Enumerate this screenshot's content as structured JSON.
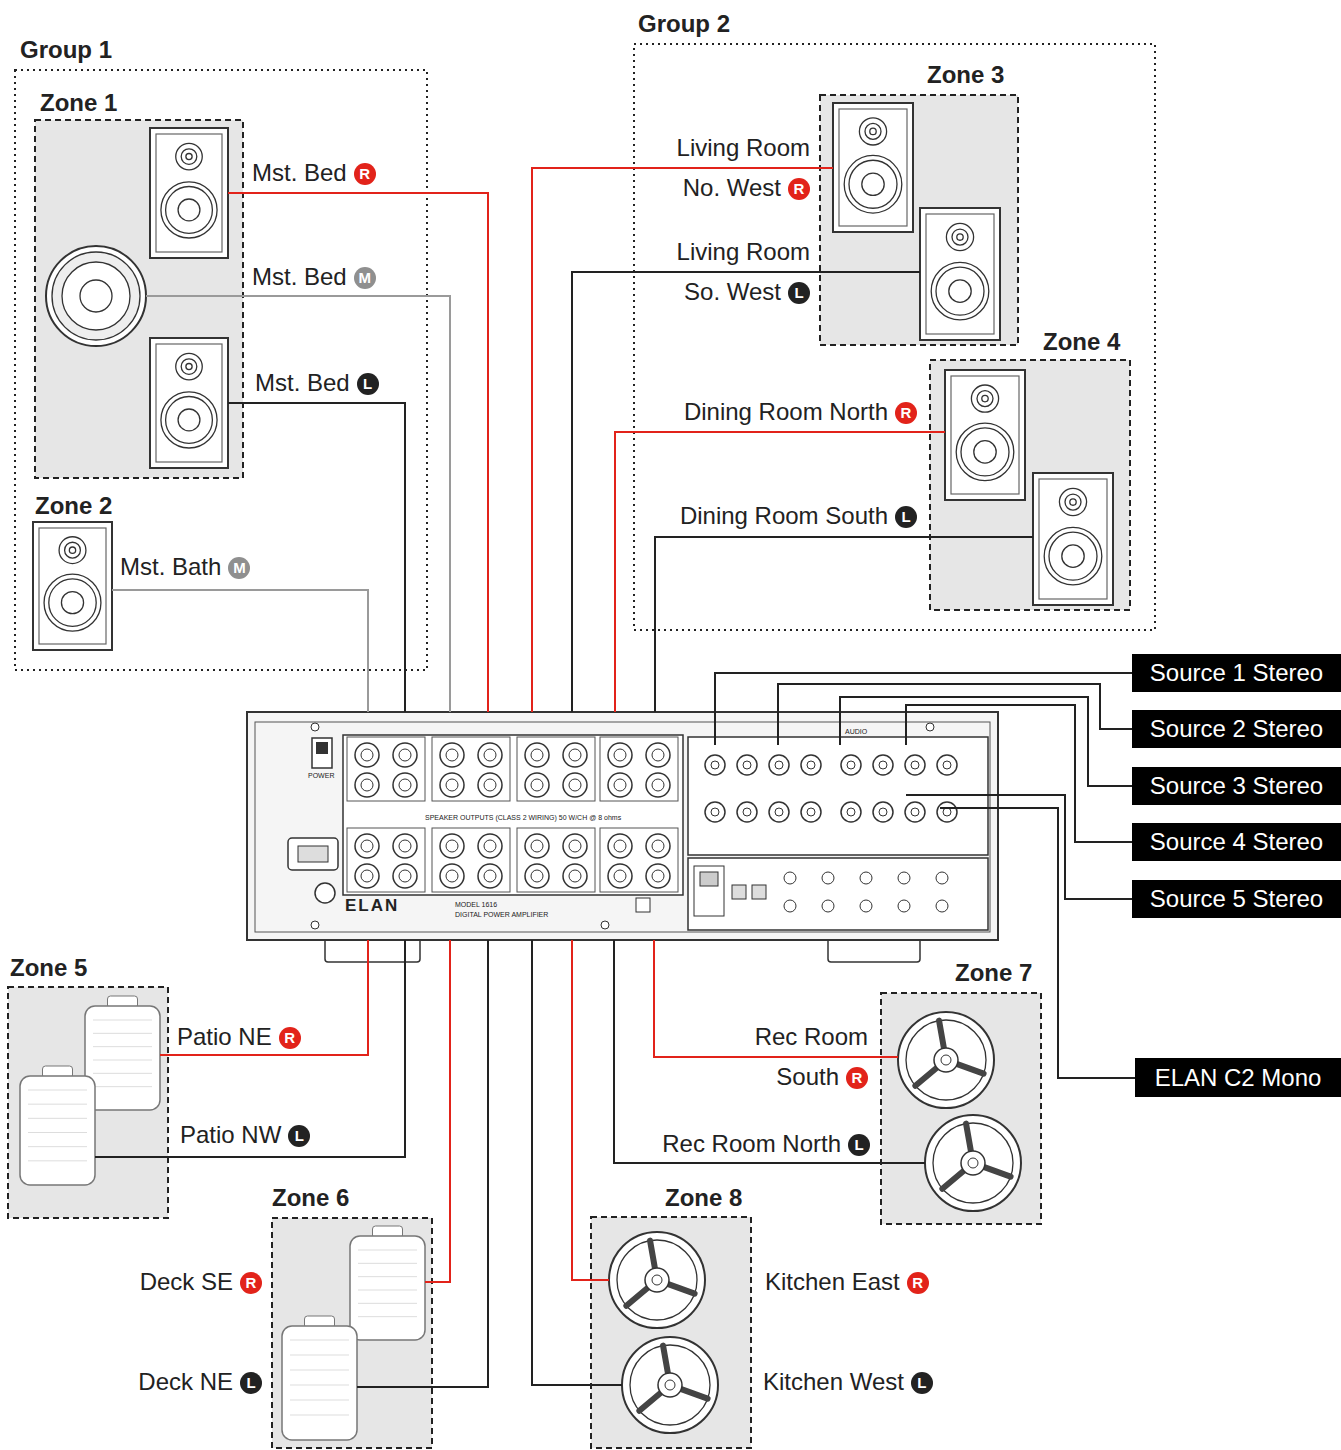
{
  "diagram": {
    "nodes": [
      {
        "text": [
          "Group 1"
        ]
      },
      {
        "text": [
          "Zone 1"
        ],
        "in": 0
      },
      {
        "text": [
          "Mst. Bed",
          "R"
        ],
        "in": 1
      },
      {
        "text": [
          "Mst. Bed",
          "M"
        ],
        "in": 1
      },
      {
        "text": [
          "Mst. Bed",
          "L"
        ],
        "in": 1
      },
      {
        "text": [
          "Zone 2"
        ],
        "in": 0
      },
      {
        "text": [
          "Mst. Bath",
          "M"
        ],
        "in": 5
      },
      {
        "text": [
          "Group 2"
        ]
      },
      {
        "text": [
          "Zone 3"
        ],
        "in": 7
      },
      {
        "text": [
          "Living Room No. West",
          "R"
        ],
        "in": 8
      },
      {
        "text": [
          "Living Room So. West",
          "L"
        ],
        "in": 8
      },
      {
        "text": [
          "Zone 4"
        ],
        "in": 7
      },
      {
        "text": [
          "Dining Room North",
          "R"
        ],
        "in": 11
      },
      {
        "text": [
          "Dining Room South",
          "L"
        ],
        "in": 11
      },
      {
        "text": [
          "ELAN",
          "MODEL 1616",
          "DIGITAL POWER AMPLIFIER",
          "SPEAKER OUTPUTS (CLASS 2 WIRING) 50 W/CH @ 8 ohms",
          "POWER",
          "AUDIO"
        ]
      },
      {
        "text": [
          "Source 1 Stereo"
        ]
      },
      {
        "text": [
          "Source 2 Stereo"
        ]
      },
      {
        "text": [
          "Source 3 Stereo"
        ]
      },
      {
        "text": [
          "Source 4 Stereo"
        ]
      },
      {
        "text": [
          "Source 5 Stereo"
        ]
      },
      {
        "text": [
          "ELAN C2 Mono"
        ]
      },
      {
        "text": [
          "Zone 5"
        ]
      },
      {
        "text": [
          "Patio NE",
          "R"
        ],
        "in": 21
      },
      {
        "text": [
          "Patio NW",
          "L"
        ],
        "in": 21
      },
      {
        "text": [
          "Zone 6"
        ]
      },
      {
        "text": [
          "Deck SE",
          "R"
        ],
        "in": 24
      },
      {
        "text": [
          "Deck NE",
          "L"
        ],
        "in": 24
      },
      {
        "text": [
          "Zone 7"
        ]
      },
      {
        "text": [
          "Rec Room South",
          "R"
        ],
        "in": 27
      },
      {
        "text": [
          "Rec Room North",
          "L"
        ],
        "in": 27
      },
      {
        "text": [
          "Zone 8"
        ]
      },
      {
        "text": [
          "Kitchen East",
          "R"
        ],
        "in": 30
      },
      {
        "text": [
          "Kitchen West",
          "L"
        ],
        "in": 30
      }
    ],
    "edges": [
      {
        "from": 2,
        "to": 14,
        "arrow": "none"
      },
      {
        "from": 3,
        "to": 14,
        "arrow": "none"
      },
      {
        "from": 4,
        "to": 14,
        "arrow": "none"
      },
      {
        "from": 6,
        "to": 14,
        "arrow": "none"
      },
      {
        "from": 9,
        "to": 14,
        "arrow": "none"
      },
      {
        "from": 10,
        "to": 14,
        "arrow": "none"
      },
      {
        "from": 12,
        "to": 14,
        "arrow": "none"
      },
      {
        "from": 13,
        "to": 14,
        "arrow": "none"
      },
      {
        "from": 15,
        "to": 14,
        "arrow": "none"
      },
      {
        "from": 16,
        "to": 14,
        "arrow": "none"
      },
      {
        "from": 17,
        "to": 14,
        "arrow": "none"
      },
      {
        "from": 18,
        "to": 14,
        "arrow": "none"
      },
      {
        "from": 19,
        "to": 14,
        "arrow": "none"
      },
      {
        "from": 20,
        "to": 14,
        "arrow": "none"
      },
      {
        "from": 22,
        "to": 14,
        "arrow": "none"
      },
      {
        "from": 23,
        "to": 14,
        "arrow": "none"
      },
      {
        "from": 25,
        "to": 14,
        "arrow": "none"
      },
      {
        "from": 26,
        "to": 14,
        "arrow": "none"
      },
      {
        "from": 28,
        "to": 14,
        "arrow": "none"
      },
      {
        "from": 29,
        "to": 14,
        "arrow": "none"
      },
      {
        "from": 31,
        "to": 14,
        "arrow": "none"
      },
      {
        "from": 32,
        "to": 14,
        "arrow": "none"
      }
    ]
  }
}
